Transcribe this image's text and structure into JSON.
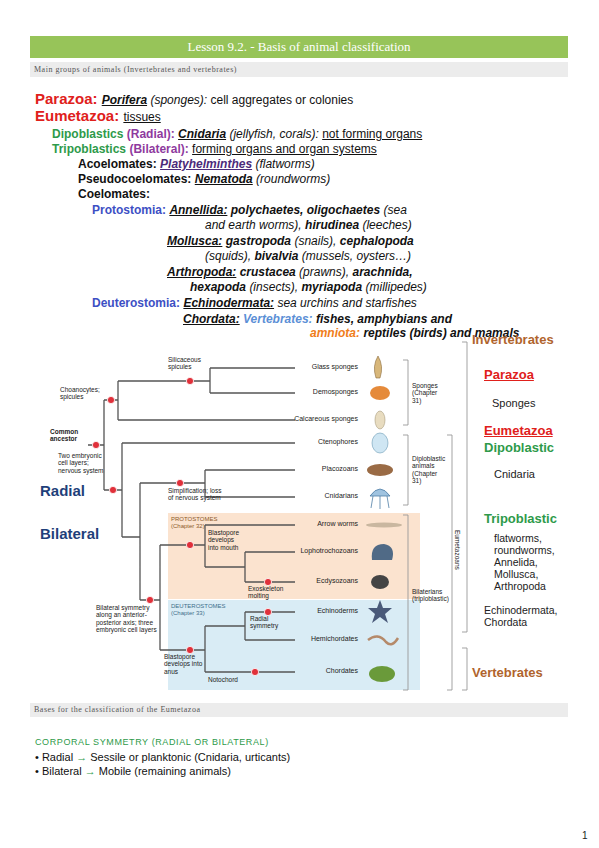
{
  "diagram": {
    "title": "Lesson 9.2. - Basis of animal classification",
    "nodes": [
      {
        "text": [
          "Main groups of animals (Invertebrates and vertebrates)"
        ]
      },
      {
        "text": [
          "PROTOSTOMES (Chapter 32)"
        ]
      },
      {
        "text": [
          "DEUTEROSTOMES (Chapter 33)"
        ]
      },
      {
        "text": [
          "Bases for the classification of the Eumetazoa"
        ]
      }
    ],
    "labels": [
      "Parazoa:",
      "Porifera",
      "(sponges):",
      "cell aggregates or colonies",
      "Eumetazoa:",
      "tissues",
      "Dipoblastics",
      "(Radial):",
      "Cnidaria",
      "(jellyfish, corals):",
      "not forming organs",
      "Tripoblastics",
      "(Bilateral):",
      "forming organs and organ systems",
      "Acoelomates:",
      "Platyhelminthes",
      "(flatworms)",
      "Pseudocoelomates:",
      "Nematoda",
      "(roundworms)",
      "Coelomates:",
      "Protostomia:",
      "Annellida:",
      "polychaetes, oligochaetes",
      "(sea",
      "and earth worms),",
      "hirudinea",
      "(leeches)",
      "Mollusca:",
      "gastropoda",
      "(snails),",
      "cephalopoda",
      "(squids),",
      "bivalvia",
      "(mussels, oysters…)",
      "Arthropoda:",
      "crustacea",
      "(prawns),",
      "arachnida,",
      "hexapoda",
      "(insects),",
      "myriapoda",
      "(millipedes)",
      "Deuterostomia:",
      "Echinodermata:",
      "sea urchins and starfishes",
      "Chordata:",
      "Vertebrates:",
      "fishes, amphybians and",
      "amniota:",
      "reptiles (birds) and mamals",
      "Silicaceous spicules",
      "Choanocytes; spicules",
      "Glass sponges",
      "Demosponges",
      "Calcareous sponges",
      "Two embryonic cell layers; nervous system",
      "Common ancestor",
      "Ctenophores",
      "Placozoans",
      "Simplification; loss of nervous system",
      "Cnidarians",
      "Arrow worms",
      "Lophotrochozoans",
      "Exoskeleton molting",
      "Blastopore develops into mouth",
      "Ecdysozoans",
      "Bilateral symmetry along an anterior-posterior axis; three embryonic cell layers",
      "Echinoderms",
      "Radial symmetry",
      "Blastopore develops into anus",
      "Hemichordates",
      "Notochord",
      "Chordates",
      "Sponges (Chapter 31)",
      "Diploblastic animals (Chapter 31)",
      "Eumetazoans",
      "Bilaterians (triploblastic)",
      "Radial",
      "Bilateral",
      "Invertebrates",
      "Parazoa",
      "Sponges",
      "Eumetazoa",
      "Dipoblastic",
      "Cnidaria",
      "Tripoblastic",
      "flatworms, roundworms, Annelida, Mollusca, Arthropoda",
      "Echinodermata, Chordata",
      "Vertebrates",
      "CORPORAL SYMMETRY (RADIAL OR BILATERAL)",
      "• Radial",
      "→",
      "Sessile or planktonic (Cnidaria, urticants)",
      "• Bilateral",
      "→",
      "Mobile (remaining animals)",
      "1"
    ]
  }
}
